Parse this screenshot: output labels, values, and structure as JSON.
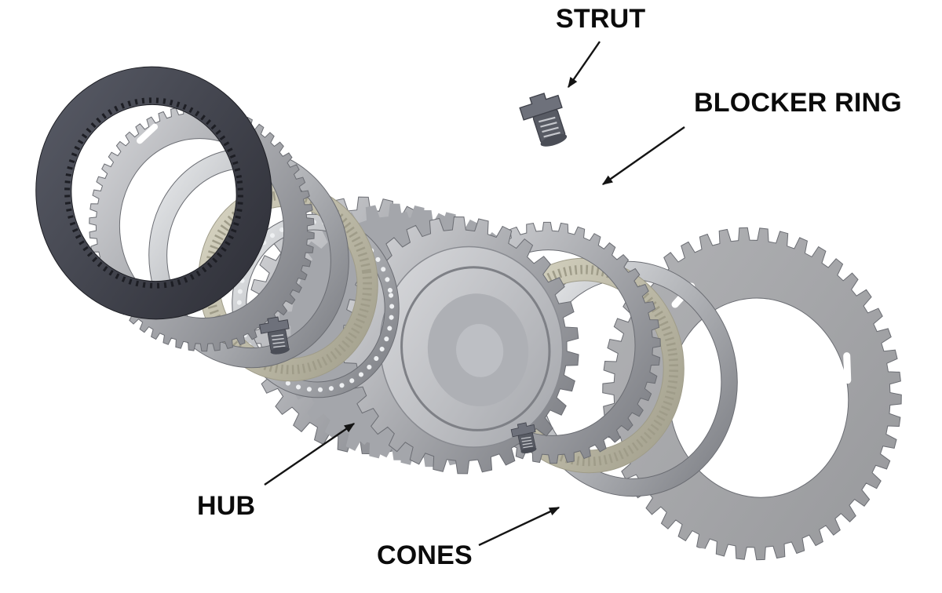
{
  "diagram": {
    "description": "Exploded view of a synchronizer assembly",
    "callouts": {
      "strut": {
        "text": "STRUT"
      },
      "blocker_ring": {
        "text": "BLOCKER RING"
      },
      "hub": {
        "text": "HUB"
      },
      "cones": {
        "text": "CONES"
      }
    },
    "colors": {
      "background": "#ffffff",
      "label_text": "#0b0b0b",
      "arrow": "#141414",
      "steel_highlight": "#eef0f2",
      "steel_light": "#d9dadd",
      "steel_mid": "#a4a6ab",
      "steel_dark": "#75777d",
      "steel_edge": "#6b6d73",
      "dark_ring_highlight": "#5a5d68",
      "dark_ring": "#2c2d35",
      "dark_ring_edge": "#1d1e24",
      "cone_highlight": "#dbd8c6",
      "cone_tan": "#c6c3b1",
      "cone_shadow": "#9f9c89",
      "rivet": "#eef0f2",
      "strut_body": "#585b64",
      "strut_plate": "#6e717b",
      "strut_edge": "#3f414a",
      "spring": "#c6c8cd"
    }
  }
}
